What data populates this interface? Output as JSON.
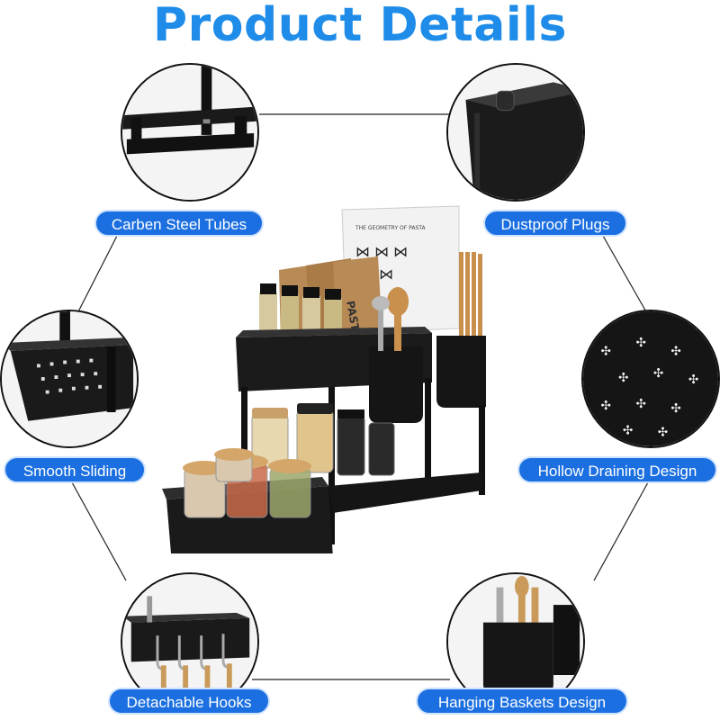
{
  "title": "Product Details",
  "accent_color": "#1b6fe0",
  "title_color": "#1e8ce8",
  "features": [
    {
      "label": "Carben Steel Tubes",
      "icon": "steel-tube-frame"
    },
    {
      "label": "Dustproof Plugs",
      "icon": "dustproof-plug"
    },
    {
      "label": "Smooth Sliding",
      "icon": "sliding-drawer"
    },
    {
      "label": "Hollow Draining Design",
      "icon": "drain-holes"
    },
    {
      "label": "Detachable Hooks",
      "icon": "hooks"
    },
    {
      "label": "Hanging Baskets Design",
      "icon": "hanging-basket"
    }
  ],
  "product": {
    "book_text": "THE GEOMETRY OF PASTA",
    "packet_text": "PASTA"
  }
}
